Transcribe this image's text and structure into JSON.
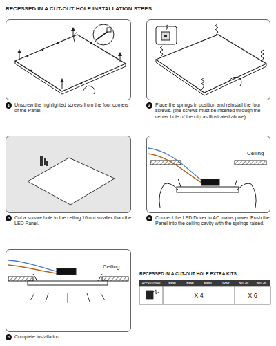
{
  "diagram": {
    "title": "RECESSED IN A CUT-OUT HOLE INSTALLATION STEPS",
    "nodes": [
      {
        "text": [
          "Unscrew the highlighted screws from the four corners of the Panel."
        ]
      },
      {
        "text": [
          "Place the springs in position and reinstall the four screws. (the screws must be inserted through the center hole of the clip as illustrated above)."
        ]
      },
      {
        "text": [
          "Cut a square hole in the ceiling 10mm smaller than the LED Panel."
        ]
      },
      {
        "text": [
          "Ceiling",
          "Connect the LED Driver to AC mains power. Push the Panel into the ceiling cavity with the springs raised."
        ]
      },
      {
        "text": [
          "Ceiling",
          "Complete installation."
        ]
      }
    ],
    "labels": [
      "1",
      "2",
      "3",
      "4",
      "5",
      "RECESSED IN A CUT-OUT HOLE EXTRA KITS",
      "Accessories",
      "3030",
      "3060",
      "6060",
      "1262",
      "30120",
      "60120",
      "X 4",
      "X 6"
    ]
  }
}
